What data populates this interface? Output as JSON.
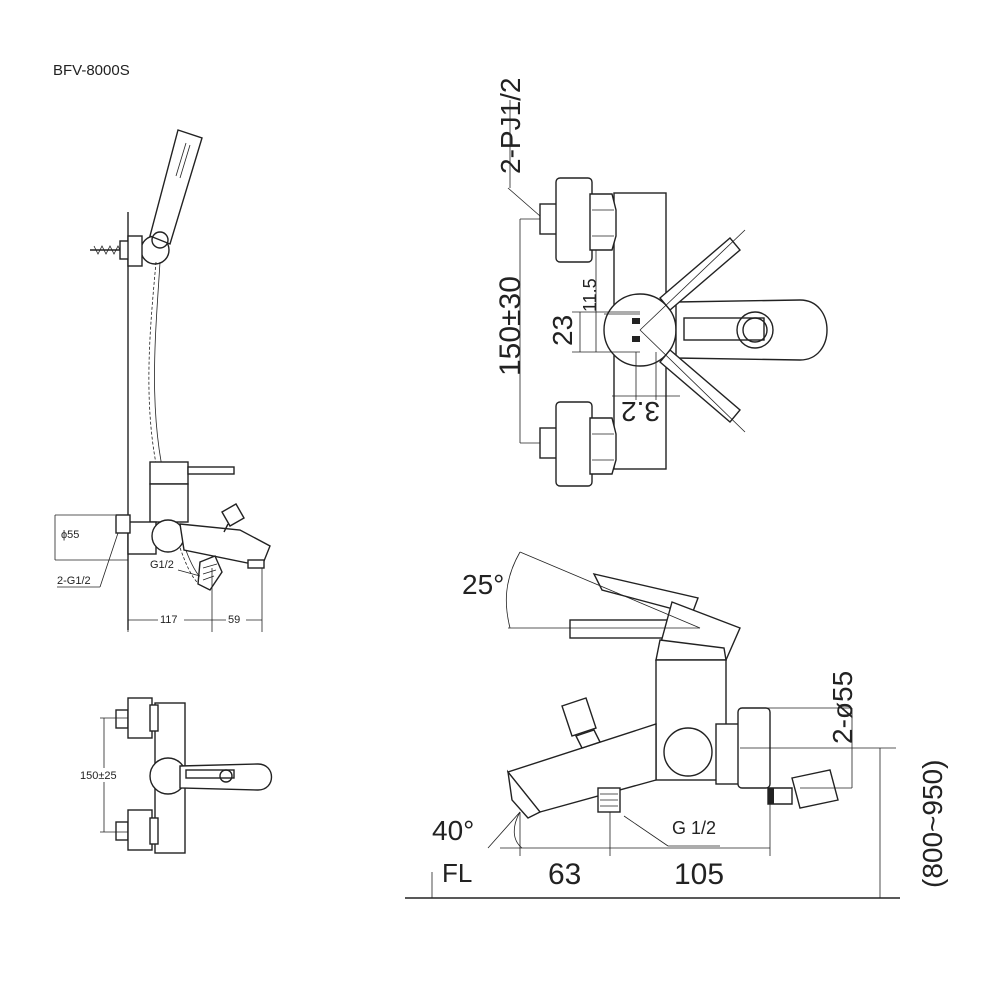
{
  "model": "BFV-8000S",
  "side_view": {
    "dim_diameter": "ϕ55",
    "dim_connection": "2-G1/2",
    "dim_hose_thread": "G1/2",
    "dim_body_width": "117",
    "dim_spout_width": "59"
  },
  "front_view_small": {
    "dim_center_distance": "150±25"
  },
  "top_view": {
    "dim_connection": "2-PJ1/2",
    "dim_center_distance": "150±30",
    "dim_height": "23",
    "dim_small": "11.5",
    "dim_offset": "3.2"
  },
  "side_view_large": {
    "angle_lever": "25°",
    "angle_spout": "40°",
    "dim_diameter": "2-ø55",
    "dim_install_height": "(800~950)",
    "label_floor": "FL",
    "dim_spout_reach": "63",
    "dim_body_depth": "105",
    "dim_hose_thread": "G 1/2"
  }
}
